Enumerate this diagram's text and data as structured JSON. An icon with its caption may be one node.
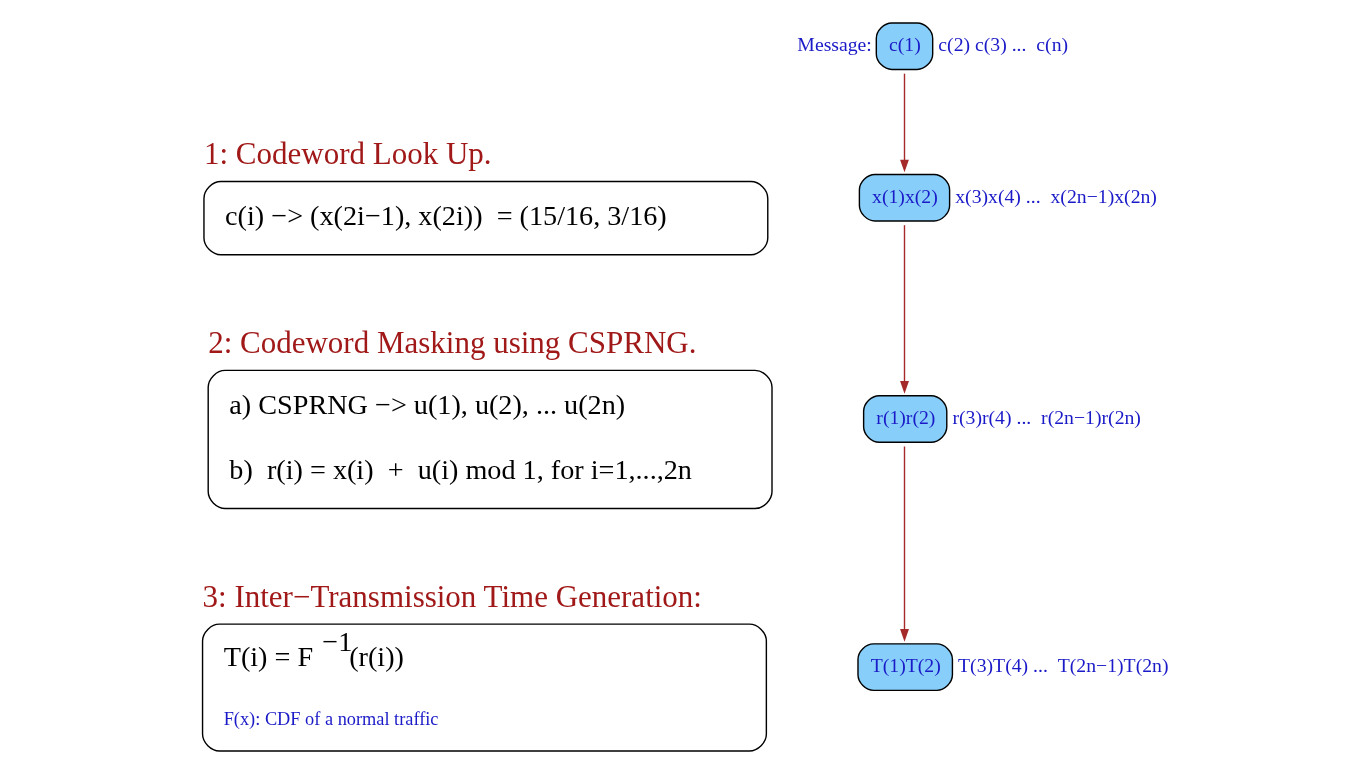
{
  "diagram": {
    "nodes": [
      {
        "text": [
          "1: Codeword Look Up.",
          "c(i) −> (x(2i−1), x(2i))  = (15/16, 3/16)"
        ]
      },
      {
        "text": [
          "2: Codeword Masking using CSPRNG.",
          "a) CSPRNG −> u(1), u(2), ... u(2n)",
          "b)  r(i) = x(i)  +  u(i) mod 1, for i=1,...,2n"
        ]
      },
      {
        "text": [
          "3: Inter−Transmission Time Generation:",
          "T(i) = F $^{−1}$(r(i))",
          "F(x): CDF of a normal traffic"
        ]
      },
      {
        "text": [
          "c(1)"
        ],
        "beside": [
          "Message:",
          "c(2) c(3) ...  c(n)"
        ]
      },
      {
        "text": [
          "x(1)x(2)"
        ],
        "beside": [
          "x(3)x(4) ...  x(2n−1)x(2n)"
        ]
      },
      {
        "text": [
          "r(1)r(2)"
        ],
        "beside": [
          "r(3)r(4) ...  r(2n−1)r(2n)"
        ]
      },
      {
        "text": [
          "T(1)T(2)"
        ],
        "beside": [
          "T(3)T(4) ...  T(2n−1)T(2n)"
        ]
      }
    ],
    "edges": [
      {
        "from": 3,
        "to": 4,
        "arrow": "to"
      },
      {
        "from": 4,
        "to": 5,
        "arrow": "to"
      },
      {
        "from": 5,
        "to": 6,
        "arrow": "to"
      }
    ]
  }
}
